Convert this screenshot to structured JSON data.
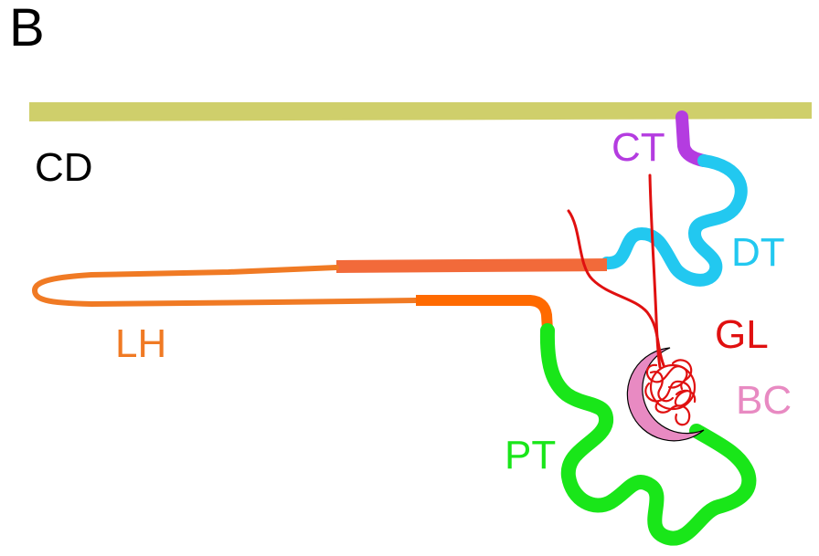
{
  "figure": {
    "panel_letter": "B",
    "labels": {
      "cd": "CD",
      "ct": "CT",
      "dt": "DT",
      "lh": "LH",
      "gl": "GL",
      "bc": "BC",
      "pt": "PT"
    }
  },
  "colors": {
    "collecting_duct": "#cfcf6b",
    "connecting_tubule": "#b43ce0",
    "distal_tubule": "#22c8f0",
    "loop_of_henle_light": "#f07a24",
    "loop_of_henle_thick": "#ff6a00",
    "loop_of_henle_bar": "#f26a3a",
    "proximal_tubule": "#19e619",
    "glomerulus": "#e01010",
    "bowmans_capsule": "#e88ac2",
    "label_ct": "#b43ce0",
    "label_dt": "#22c8f0",
    "label_lh": "#f07a24",
    "label_gl": "#e01010",
    "label_bc": "#e88ac2",
    "label_pt": "#19e619"
  }
}
